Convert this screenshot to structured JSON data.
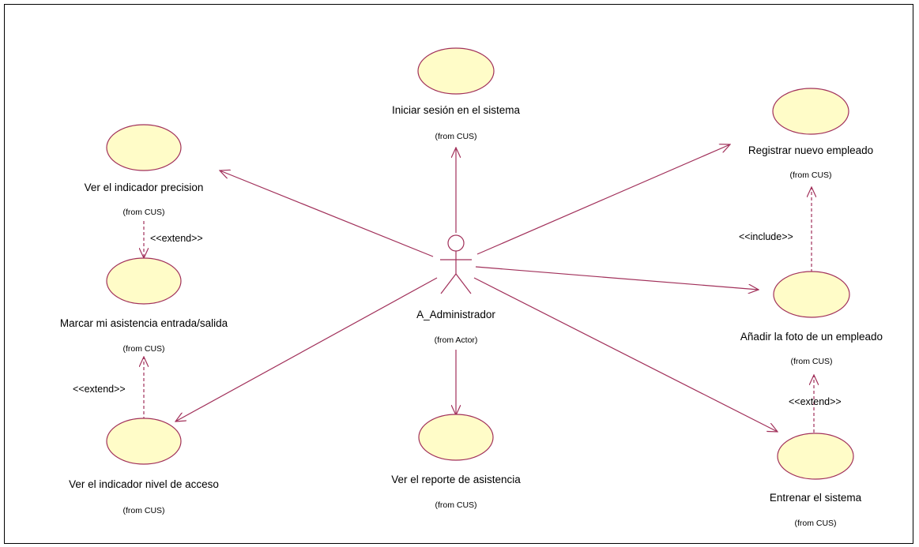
{
  "colors": {
    "line": "#a1305a",
    "ellipse_fill": "#fffcc8",
    "ellipse_stroke": "#a1305a",
    "border": "#000000"
  },
  "actor": {
    "name": "A_Administrador",
    "from": "(from Actor)"
  },
  "use_cases": {
    "iniciar": {
      "name": "Iniciar sesión en el sistema",
      "from": "(from CUS)"
    },
    "registrar": {
      "name": "Registrar nuevo empleado",
      "from": "(from CUS)"
    },
    "precision": {
      "name": "Ver el indicador precision",
      "from": "(from CUS)"
    },
    "marcar": {
      "name": "Marcar mi asistencia entrada/salida",
      "from": "(from CUS)"
    },
    "nivel": {
      "name": "Ver el indicador nivel de acceso",
      "from": "(from CUS)"
    },
    "reporte": {
      "name": "Ver el reporte de asistencia",
      "from": "(from CUS)"
    },
    "foto": {
      "name": "Añadir la foto de un empleado",
      "from": "(from CUS)"
    },
    "entrenar": {
      "name": "Entrenar el sistema",
      "from": "(from CUS)"
    }
  },
  "relations": {
    "precision_marcar": "<<extend>>",
    "nivel_marcar": "<<extend>>",
    "foto_registrar": "<<include>>",
    "entrenar_foto": "<<extend>>"
  }
}
